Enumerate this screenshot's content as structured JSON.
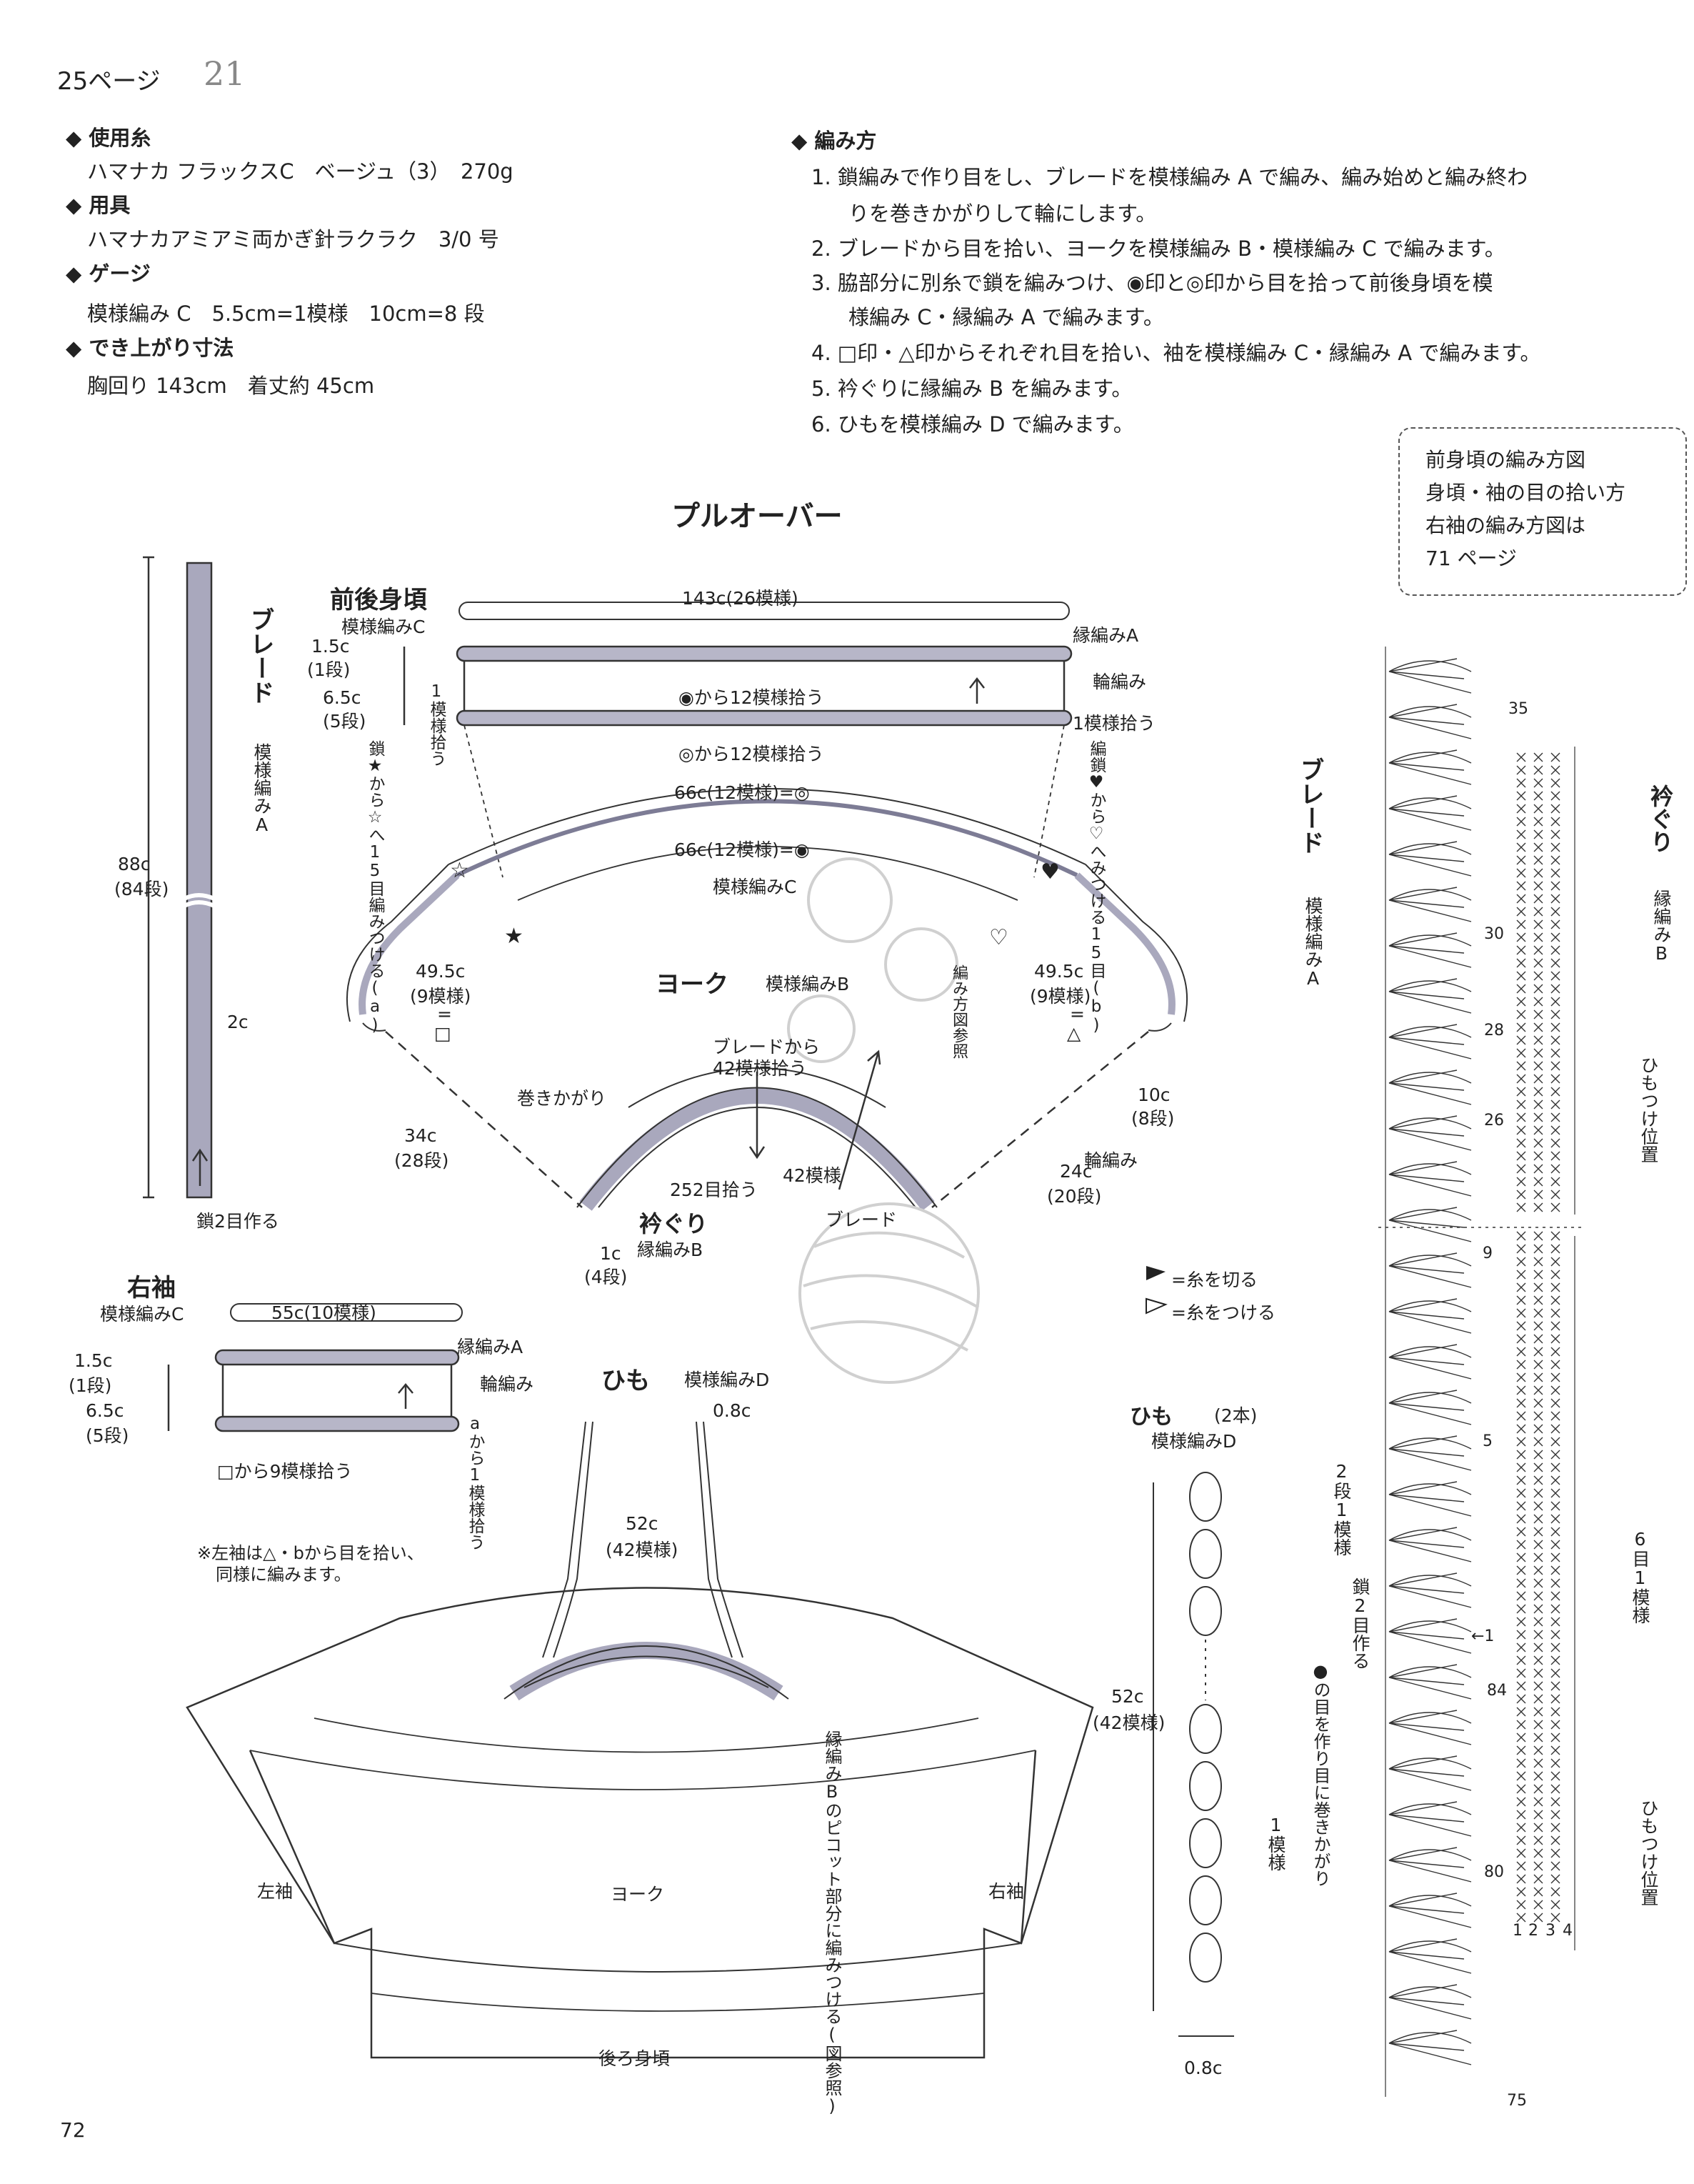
{
  "header": {
    "page_ref": "25ページ",
    "number": "21"
  },
  "materials": {
    "yarn_heading": "使用糸",
    "yarn": "ハマナカ フラックスC　ベージュ（3）　270g",
    "tool_heading": "用具",
    "tool": "ハマナカアミアミ両かぎ針ラクラク　3/0 号",
    "gauge_heading": "ゲージ",
    "gauge": "模様編み C　5.5cm=1模様　10cm=8 段",
    "size_heading": "でき上がり寸法",
    "size": "胸回り 143cm　着丈約 45cm"
  },
  "method": {
    "heading": "編み方",
    "steps": [
      "1. 鎖編みで作り目をし、ブレードを模様編み A で編み、編み始めと編み終わ",
      "りを巻きかがりして輪にします。",
      "2. ブレードから目を拾い、ヨークを模様編み B・模様編み C で編みます。",
      "3. 脇部分に別糸で鎖を編みつけ、◉印と◎印から目を拾って前後身頃を模",
      "様編み C・縁編み A で編みます。",
      "4. □印・△印からそれぞれ目を拾い、袖を模様編み C・縁編み A で編みます。",
      "5. 衿ぐりに縁編み B を編みます。",
      "6. ひもを模様編み D で編みます。"
    ]
  },
  "note_box": [
    "前身頃の編み方図",
    "身頃・袖の目の拾い方",
    "右袖の編み方図は",
    "71 ページ"
  ],
  "pullover": {
    "title": "プルオーバー",
    "braid": {
      "label": "ブレード",
      "pattern": "模様編みA",
      "length": "88c",
      "rows": "(84段)",
      "width": "2c",
      "start": "鎖2目作る"
    },
    "body": {
      "title": "前後身頃",
      "pattern": "模様編みC",
      "width": "143c(26模様)",
      "edge_a": "縁編みA",
      "ring": "輪編み",
      "pick1": "1模様拾う",
      "h1": "1.5c",
      "h1r": "(1段)",
      "h2": "6.5c",
      "h2r": "(5段)",
      "pick_vert": "1模様拾う",
      "pick_filled": "◉から12模様拾う",
      "pick_double": "◎から12模様拾う",
      "chain_left": "鎖★から☆へ15目編みつける(a)",
      "chain_right": "編鎖♥から♡へみつける15目(b)"
    },
    "yoke": {
      "title": "ヨーク",
      "pattern_b": "模様編みB",
      "pattern_c": "模様編みC",
      "outer1": "66c(12模様)=◎",
      "outer2": "66c(12模様)=◉",
      "left_w": "49.5c",
      "left_p": "(9模様)",
      "left_eq": "=",
      "left_sym": "□",
      "right_w": "49.5c",
      "right_p": "(9模様)",
      "right_eq": "=",
      "right_sym": "△",
      "left_h": "34c",
      "left_r": "(28段)",
      "right_h1": "10c",
      "right_r1": "(8段)",
      "right_h2": "24c",
      "right_r2": "(20段)",
      "ring": "輪編み",
      "from_braid": "ブレードから",
      "pick42": "42模様拾う",
      "overcast": "巻きかがり",
      "m42": "42模様",
      "pick252": "252目拾う",
      "braid": "ブレード",
      "diagram_ref": "編み方図参照",
      "neck": "衿ぐり",
      "neck_edge": "縁編みB",
      "neck_h": "1c",
      "neck_r": "(4段)"
    },
    "sleeve": {
      "title": "右袖",
      "pattern": "模様編みC",
      "width": "55c(10模様)",
      "edge_a": "縁編みA",
      "ring": "輪編み",
      "h1": "1.5c",
      "h1r": "(1段)",
      "h2": "6.5c",
      "h2r": "(5段)",
      "pick": "□から9模様拾う",
      "pick_a": "aから1模様拾う",
      "note1": "※左袖は△・bから目を拾い、",
      "note2": "同様に編みます。"
    },
    "legend": {
      "cut": "=糸を切る",
      "attach": "=糸をつける"
    }
  },
  "cord": {
    "title": "ひも",
    "pattern": "模様編みD",
    "thick": "0.8c",
    "len": "52c",
    "pat": "(42模様)",
    "attach": "縁編みBのピコット部分に編みつける(図参照)"
  },
  "assembly": {
    "left_sleeve": "左袖",
    "yoke": "ヨーク",
    "right_sleeve": "右袖",
    "back": "後ろ身頃"
  },
  "cord_chart": {
    "title": "ひも",
    "count": "(2本)",
    "pattern": "模様編みD",
    "len": "52c",
    "pat": "(42模様)",
    "one": "1模様",
    "thick": "0.8c"
  },
  "braid_chart": {
    "braid": "ブレード",
    "braid_pat": "模様編みA",
    "neck": "衿ぐり",
    "neck_edge": "縁編みB",
    "cord_pos1": "ひもつけ位置",
    "cord_pos2": "ひもつけ位置",
    "repeat2": "2段1模様",
    "chain2": "鎖2目作る",
    "start_note": "●の目を作り目に巻きかがり",
    "repeat6": "6目1模様",
    "rows": [
      "35",
      "30",
      "28",
      "26",
      "9",
      "5",
      "84",
      "80",
      "75"
    ],
    "ind": [
      "1",
      "2",
      "3",
      "4"
    ],
    "minus1": "←1"
  },
  "footer": {
    "page": "72"
  }
}
